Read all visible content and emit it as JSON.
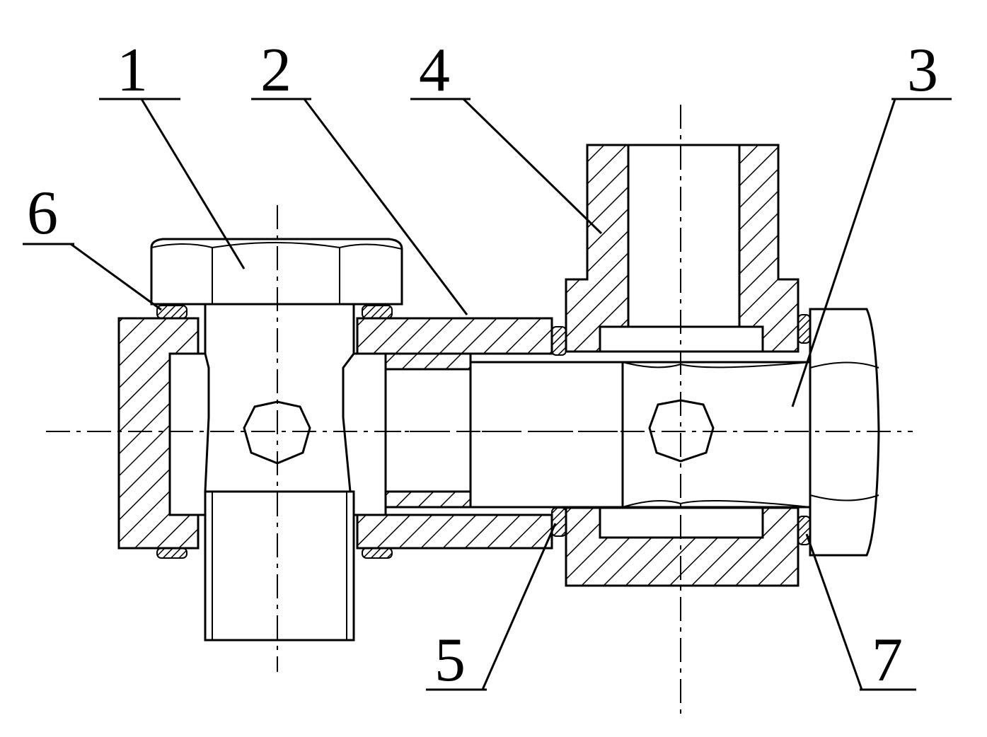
{
  "diagram": {
    "labels": [
      {
        "id": "part-1",
        "text": "1"
      },
      {
        "id": "part-2",
        "text": "2"
      },
      {
        "id": "part-3",
        "text": "3"
      },
      {
        "id": "part-4",
        "text": "4"
      },
      {
        "id": "part-5",
        "text": "5"
      },
      {
        "id": "part-6",
        "text": "6"
      },
      {
        "id": "part-7",
        "text": "7"
      }
    ]
  }
}
